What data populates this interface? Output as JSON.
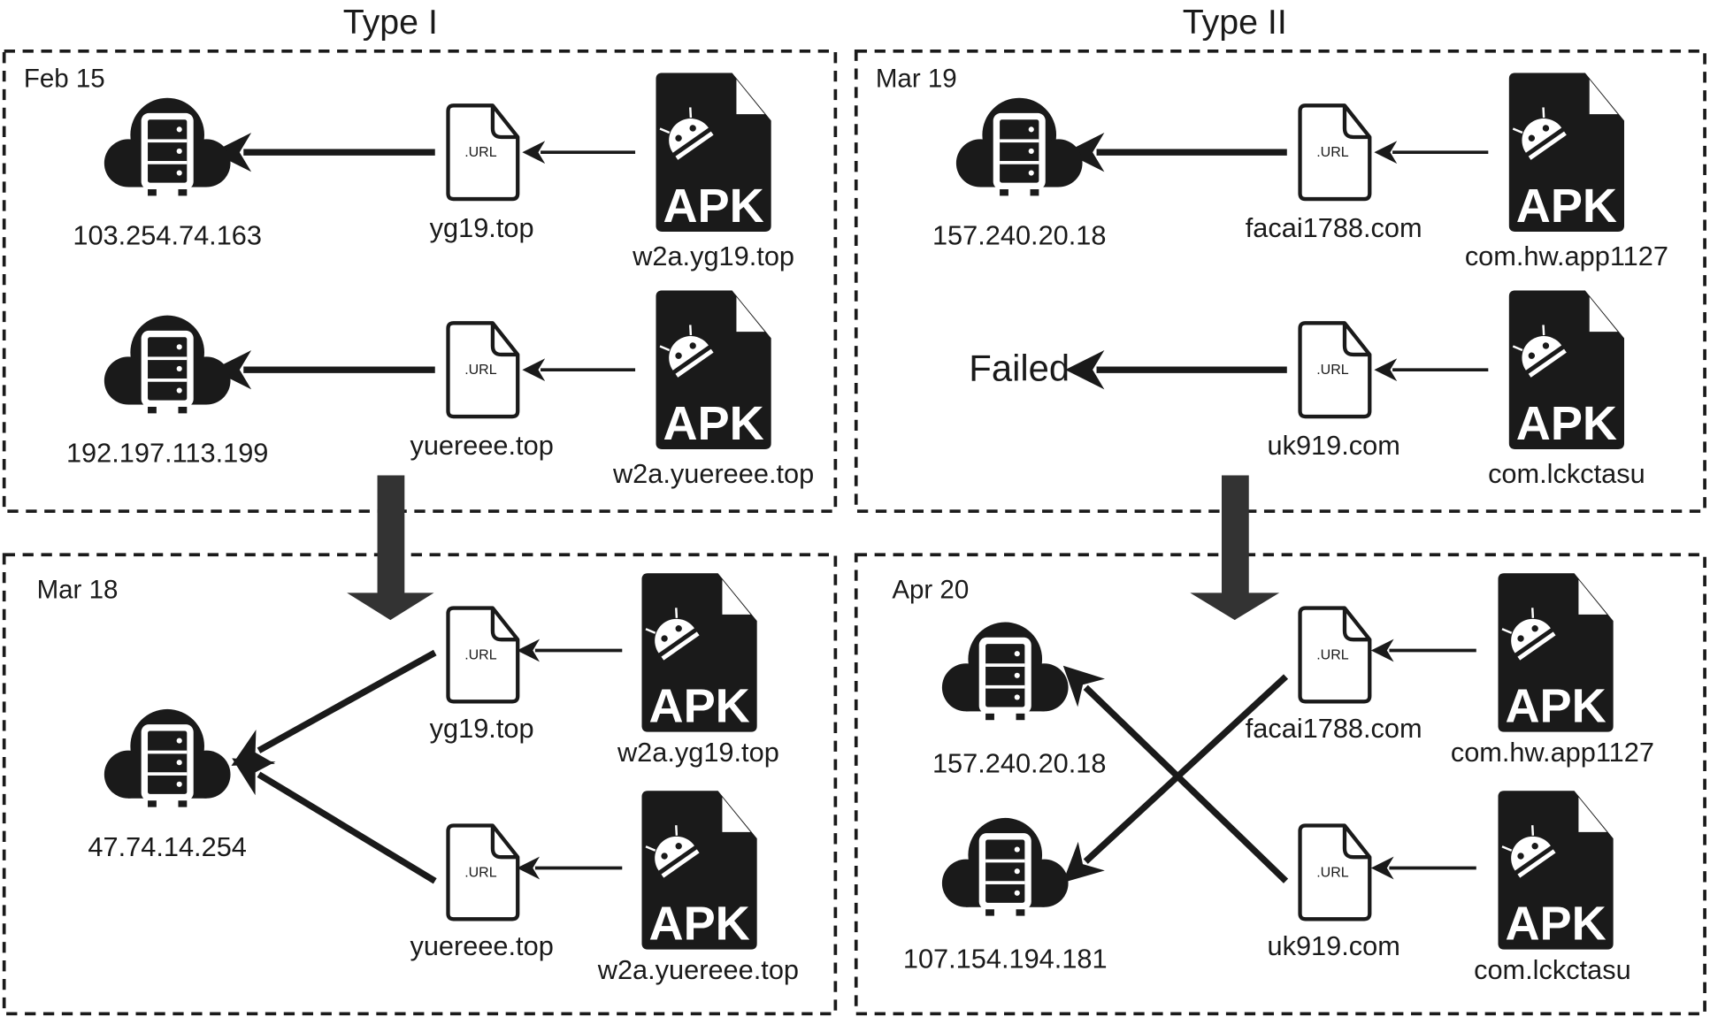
{
  "column_titles": [
    "Type I",
    "Type II"
  ],
  "url_icon_text": ".URL",
  "apk_icon_text": "APK",
  "panels": {
    "type1_before": {
      "date": "Feb 15",
      "rows": [
        {
          "apk": "w2a.yg19.top",
          "url": "yg19.top",
          "server": "103.254.74.163"
        },
        {
          "apk": "w2a.yuereee.top",
          "url": "yuereee.top",
          "server": "192.197.113.199"
        }
      ]
    },
    "type2_before": {
      "date": "Mar 19",
      "rows": [
        {
          "apk": "com.hw.app1127",
          "url": "facai1788.com",
          "server": "157.240.20.18"
        },
        {
          "apk": "com.lckctasu",
          "url": "uk919.com",
          "server": "Failed",
          "status": "failed"
        }
      ]
    },
    "type1_after": {
      "date": "Mar 18",
      "rows": [
        {
          "apk": "w2a.yg19.top",
          "url": "yg19.top"
        },
        {
          "apk": "w2a.yuereee.top",
          "url": "yuereee.top"
        }
      ],
      "servers": [
        "47.74.14.254"
      ]
    },
    "type2_after": {
      "date": "Apr 20",
      "rows": [
        {
          "apk": "com.hw.app1127",
          "url": "facai1788.com"
        },
        {
          "apk": "com.lckctasu",
          "url": "uk919.com"
        }
      ],
      "servers": [
        "157.240.20.18",
        "107.154.194.181"
      ],
      "mapping": {
        "facai1788.com": "107.154.194.181",
        "uk919.com": "157.240.20.18"
      }
    }
  }
}
